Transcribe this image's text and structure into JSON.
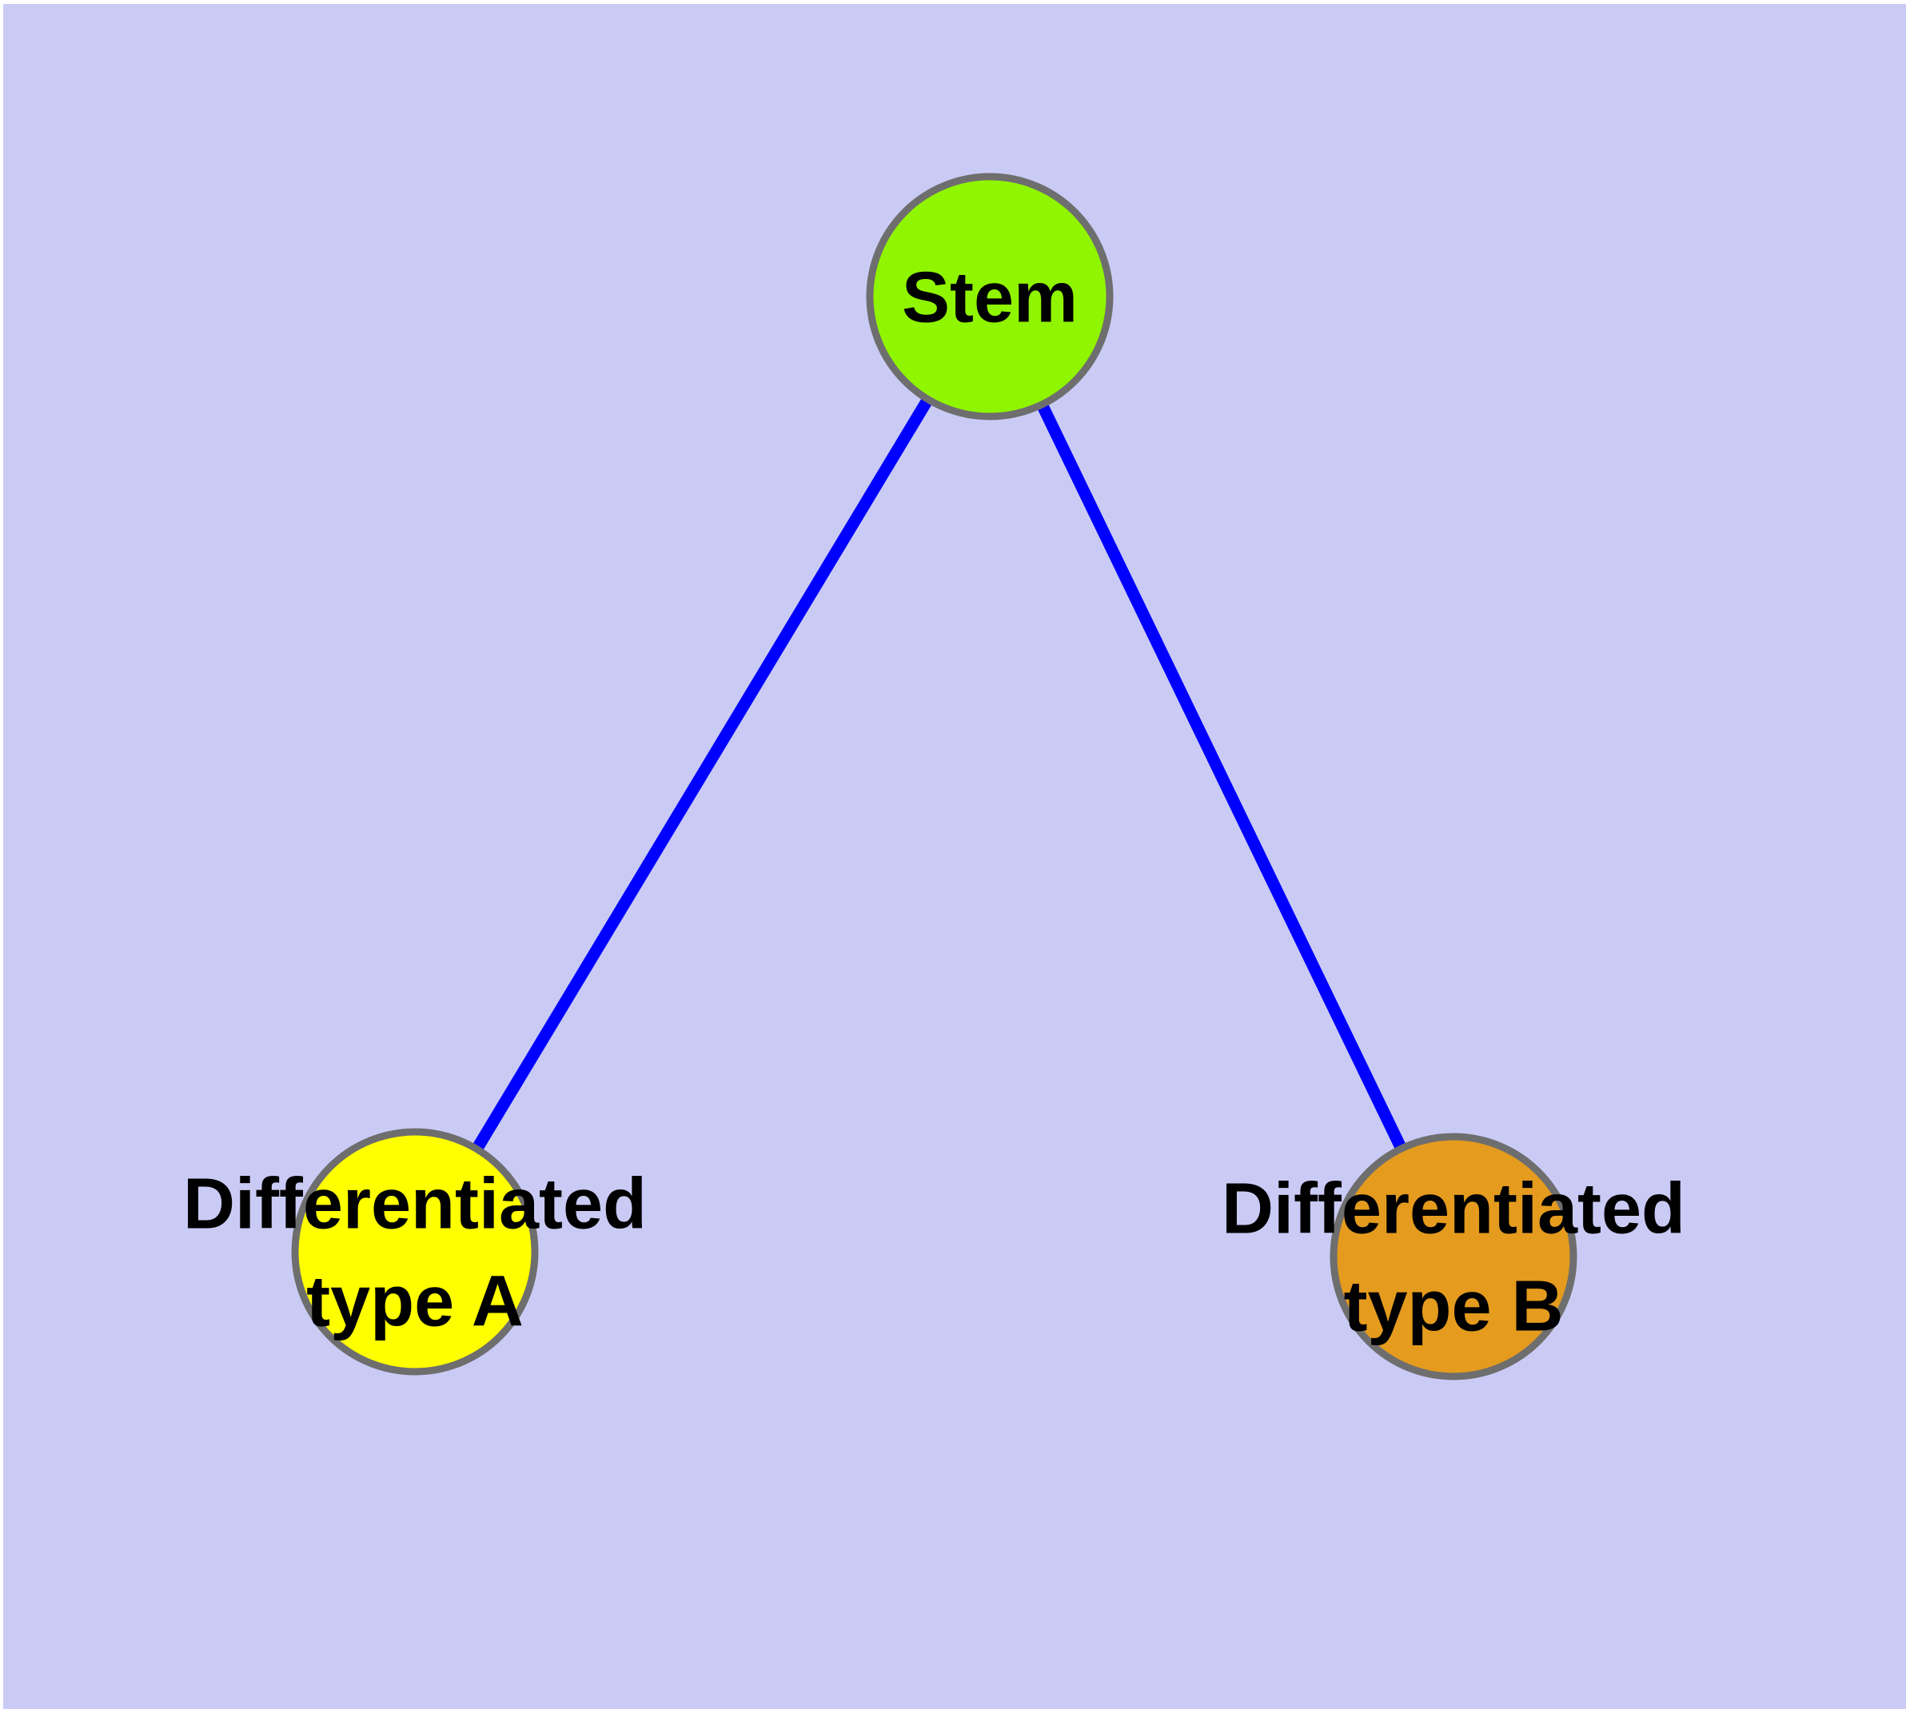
{
  "diagram": {
    "type": "node-link-graph",
    "description": "Stem cell differentiation diagram: one stem node linked to two differentiated cell type nodes",
    "colors": {
      "page_margin": "#ffffff",
      "background": "#cacbf5",
      "edge": "#0000ff",
      "node_border": "#6e6e6e",
      "label_text": "#000000",
      "stem_fill": "#90f500",
      "type_a_fill": "#ffff00",
      "type_b_fill": "#e49b1e"
    },
    "nodes": {
      "stem": {
        "label": "Stem",
        "fill": "#90f500"
      },
      "type_a": {
        "label_line1": "Differentiated",
        "label_line2": "type A",
        "fill": "#ffff00"
      },
      "type_b": {
        "label_line1": "Differentiated",
        "label_line2": "type B",
        "fill": "#e49b1e"
      }
    },
    "edges": [
      {
        "from": "Stem",
        "to": "Differentiated type A"
      },
      {
        "from": "Stem",
        "to": "Differentiated type B"
      }
    ]
  }
}
